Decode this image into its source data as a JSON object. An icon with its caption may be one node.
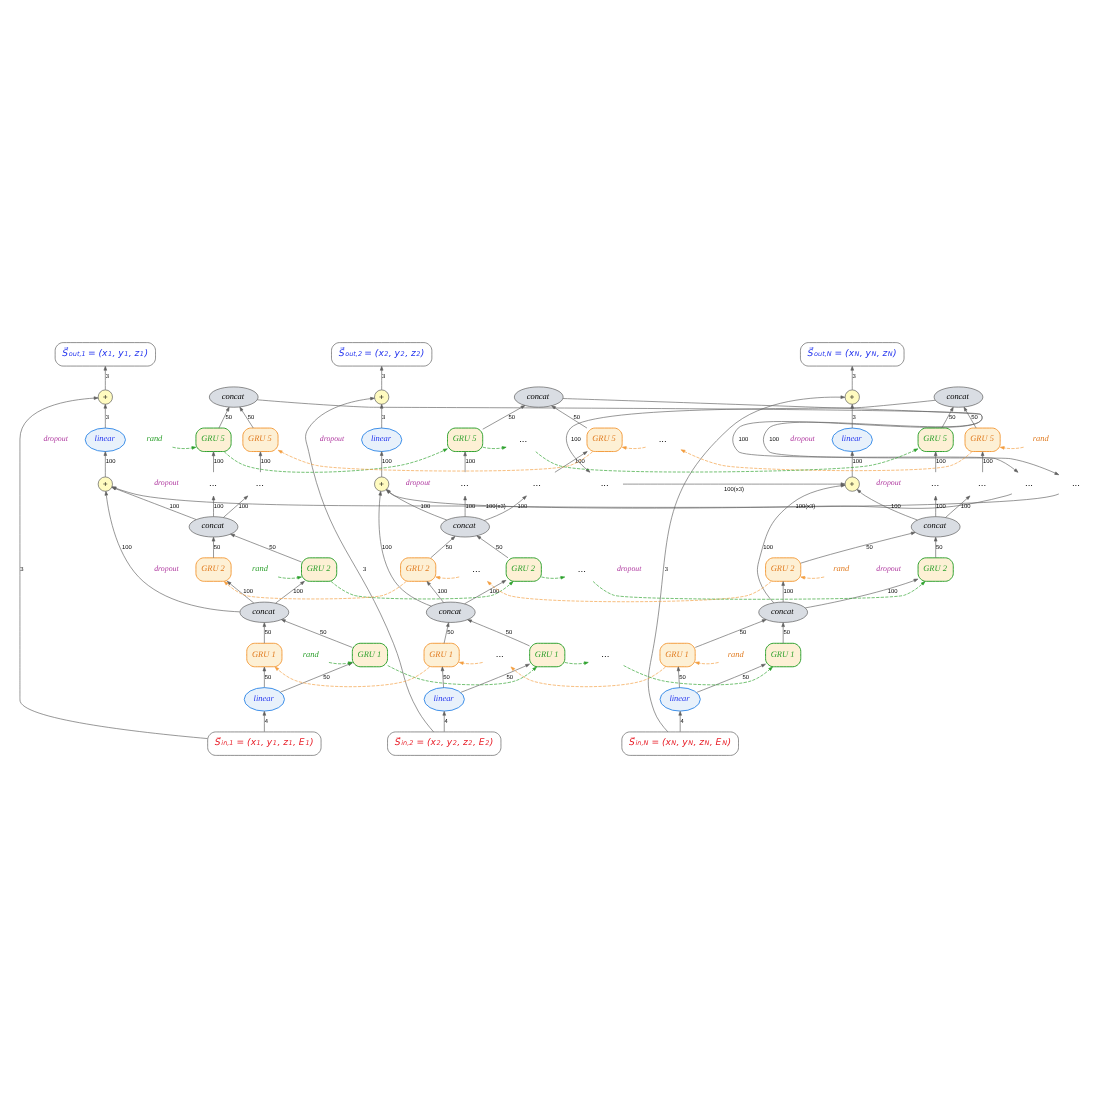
{
  "diagram": {
    "nodes": [
      {
        "text": [
          "S⃗$_{in,1}$ = (x$_{1}$, y$_{1}$, z$_{1}$, E$_{1}$)"
        ]
      },
      {
        "text": [
          "linear"
        ]
      },
      {
        "text": [
          "GRU 1"
        ]
      },
      {
        "text": [
          "GRU 1"
        ]
      },
      {
        "text": [
          "concat"
        ]
      },
      {
        "text": [
          "GRU 2"
        ]
      },
      {
        "text": [
          "GRU 2"
        ]
      },
      {
        "text": [
          "concat"
        ]
      },
      {
        "text": [
          "..."
        ]
      },
      {
        "text": [
          "..."
        ]
      },
      {
        "text": [
          "..."
        ]
      },
      {
        "text": [
          "+"
        ]
      },
      {
        "text": [
          "GRU 5"
        ]
      },
      {
        "text": [
          "GRU 5"
        ]
      },
      {
        "text": [
          "concat"
        ]
      },
      {
        "text": [
          "linear"
        ]
      },
      {
        "text": [
          "+"
        ]
      },
      {
        "text": [
          "S⃗$_{out,1}$ = (x$_{1}$, y$_{1}$, z$_{1}$)"
        ]
      },
      {
        "text": [
          "S⃗$_{in,2}$ = (x$_{2}$, y$_{2}$, z$_{2}$, E$_{2}$)"
        ]
      },
      {
        "text": [
          "linear"
        ]
      },
      {
        "text": [
          "GRU 1"
        ]
      },
      {
        "text": [
          "GRU 1"
        ]
      },
      {
        "text": [
          "concat"
        ]
      },
      {
        "text": [
          "GRU 2"
        ]
      },
      {
        "text": [
          "GRU 2"
        ]
      },
      {
        "text": [
          "concat"
        ]
      },
      {
        "text": [
          "..."
        ]
      },
      {
        "text": [
          "..."
        ]
      },
      {
        "text": [
          "..."
        ]
      },
      {
        "text": [
          "+"
        ]
      },
      {
        "text": [
          "GRU 5"
        ]
      },
      {
        "text": [
          "GRU 5"
        ]
      },
      {
        "text": [
          "concat"
        ]
      },
      {
        "text": [
          "linear"
        ]
      },
      {
        "text": [
          "+"
        ]
      },
      {
        "text": [
          "S⃗$_{out,2}$ = (x$_{2}$, y$_{2}$, z$_{2}$)"
        ]
      },
      {
        "text": [
          "S⃗$_{in,N}$ = (x$_{N}$, y$_{N}$, z$_{N}$, E$_{N}$)"
        ]
      },
      {
        "text": [
          "linear"
        ]
      },
      {
        "text": [
          "GRU 1"
        ]
      },
      {
        "text": [
          "GRU 1"
        ]
      },
      {
        "text": [
          "concat"
        ]
      },
      {
        "text": [
          "GRU 2"
        ]
      },
      {
        "text": [
          "GRU 2"
        ]
      },
      {
        "text": [
          "concat"
        ]
      },
      {
        "text": [
          "..."
        ]
      },
      {
        "text": [
          "..."
        ]
      },
      {
        "text": [
          "..."
        ]
      },
      {
        "text": [
          "+"
        ]
      },
      {
        "text": [
          "GRU 5"
        ]
      },
      {
        "text": [
          "GRU 5"
        ]
      },
      {
        "text": [
          "concat"
        ]
      },
      {
        "text": [
          "linear"
        ]
      },
      {
        "text": [
          "+"
        ]
      },
      {
        "text": [
          "S⃗$_{out,N}$ = (x$_{N}$, y$_{N}$, z$_{N}$)"
        ]
      },
      {
        "text": [
          "..."
        ]
      },
      {
        "text": [
          "..."
        ]
      },
      {
        "text": [
          "..."
        ]
      },
      {
        "text": [
          "..."
        ]
      },
      {
        "text": [
          "..."
        ]
      },
      {
        "text": [
          "..."
        ]
      },
      {
        "text": [
          "rand"
        ]
      },
      {
        "text": [
          "rand"
        ]
      },
      {
        "text": [
          "rand"
        ]
      },
      {
        "text": [
          "rand"
        ]
      },
      {
        "text": [
          "rand"
        ]
      },
      {
        "text": [
          "rand"
        ]
      }
    ],
    "edges": [
      {
        "from": 0,
        "to": 1,
        "arrow": "to",
        "label": "4"
      },
      {
        "from": 0,
        "to": 16,
        "arrow": "to",
        "label": "3"
      },
      {
        "from": 1,
        "to": 2,
        "arrow": "to",
        "label": "50"
      },
      {
        "from": 1,
        "to": 3,
        "arrow": "to",
        "label": "50"
      },
      {
        "from": 2,
        "to": 4,
        "arrow": "to",
        "label": "50"
      },
      {
        "from": 3,
        "to": 4,
        "arrow": "to",
        "label": "50"
      },
      {
        "from": 4,
        "to": 5,
        "arrow": "to",
        "label": "100"
      },
      {
        "from": 4,
        "to": 6,
        "arrow": "to",
        "label": "100"
      },
      {
        "from": 4,
        "to": 11,
        "arrow": "to",
        "label": "100"
      },
      {
        "from": 5,
        "to": 7,
        "arrow": "to",
        "label": "50"
      },
      {
        "from": 6,
        "to": 7,
        "arrow": "to",
        "label": "50"
      },
      {
        "from": 7,
        "to": 8,
        "arrow": "to",
        "label": "100"
      },
      {
        "from": 7,
        "to": 9,
        "arrow": "to",
        "label": "100"
      },
      {
        "from": 7,
        "to": 11,
        "arrow": "to",
        "label": "100"
      },
      {
        "from": 10,
        "to": 11,
        "arrow": "to",
        "label": "100(x3)"
      },
      {
        "from": 8,
        "to": 12,
        "arrow": "to",
        "label": "100"
      },
      {
        "from": 9,
        "to": 13,
        "arrow": "to",
        "label": "100"
      },
      {
        "from": 12,
        "to": 14,
        "arrow": "to",
        "label": "50"
      },
      {
        "from": 13,
        "to": 14,
        "arrow": "to",
        "label": "50"
      },
      {
        "from": 14,
        "to": 10,
        "arrow": "to",
        "label": "100"
      },
      {
        "from": 11,
        "to": 15,
        "arrow": "to",
        "label": "100"
      },
      {
        "from": 15,
        "to": 16,
        "arrow": "to",
        "label": "3"
      },
      {
        "from": 16,
        "to": 17,
        "arrow": "to",
        "label": "3"
      },
      {
        "from": 18,
        "to": 19,
        "arrow": "to",
        "label": "4"
      },
      {
        "from": 18,
        "to": 34,
        "arrow": "to",
        "label": "3"
      },
      {
        "from": 19,
        "to": 20,
        "arrow": "to",
        "label": "50"
      },
      {
        "from": 19,
        "to": 21,
        "arrow": "to",
        "label": "50"
      },
      {
        "from": 20,
        "to": 22,
        "arrow": "to",
        "label": "50"
      },
      {
        "from": 21,
        "to": 22,
        "arrow": "to",
        "label": "50"
      },
      {
        "from": 22,
        "to": 23,
        "arrow": "to",
        "label": "100"
      },
      {
        "from": 22,
        "to": 24,
        "arrow": "to",
        "label": "100"
      },
      {
        "from": 22,
        "to": 29,
        "arrow": "to",
        "label": "100"
      },
      {
        "from": 23,
        "to": 25,
        "arrow": "to",
        "label": "50"
      },
      {
        "from": 24,
        "to": 25,
        "arrow": "to",
        "label": "50"
      },
      {
        "from": 25,
        "to": 26,
        "arrow": "to",
        "label": "100"
      },
      {
        "from": 25,
        "to": 27,
        "arrow": "to",
        "label": "100"
      },
      {
        "from": 25,
        "to": 29,
        "arrow": "to",
        "label": "100"
      },
      {
        "from": 28,
        "to": 29,
        "arrow": "to",
        "label": "100(x3)"
      },
      {
        "from": 26,
        "to": 30,
        "arrow": "to",
        "label": "100"
      },
      {
        "from": 27,
        "to": 31,
        "arrow": "to",
        "label": "100"
      },
      {
        "from": 30,
        "to": 32,
        "arrow": "to",
        "label": "50"
      },
      {
        "from": 31,
        "to": 32,
        "arrow": "to",
        "label": "50"
      },
      {
        "from": 32,
        "to": 28,
        "arrow": "to",
        "label": "100"
      },
      {
        "from": 29,
        "to": 33,
        "arrow": "to",
        "label": "100"
      },
      {
        "from": 33,
        "to": 34,
        "arrow": "to",
        "label": "3"
      },
      {
        "from": 34,
        "to": 35,
        "arrow": "to",
        "label": "3"
      },
      {
        "from": 36,
        "to": 37,
        "arrow": "to",
        "label": "4"
      },
      {
        "from": 36,
        "to": 52,
        "arrow": "to",
        "label": "3"
      },
      {
        "from": 37,
        "to": 38,
        "arrow": "to",
        "label": "50"
      },
      {
        "from": 37,
        "to": 39,
        "arrow": "to",
        "label": "50"
      },
      {
        "from": 38,
        "to": 40,
        "arrow": "to",
        "label": "50"
      },
      {
        "from": 39,
        "to": 40,
        "arrow": "to",
        "label": "50"
      },
      {
        "from": 40,
        "to": 41,
        "arrow": "to",
        "label": "100"
      },
      {
        "from": 40,
        "to": 42,
        "arrow": "to",
        "label": "100"
      },
      {
        "from": 40,
        "to": 47,
        "arrow": "to",
        "label": "100"
      },
      {
        "from": 41,
        "to": 43,
        "arrow": "to",
        "label": "50"
      },
      {
        "from": 42,
        "to": 43,
        "arrow": "to",
        "label": "50"
      },
      {
        "from": 43,
        "to": 44,
        "arrow": "to",
        "label": "100"
      },
      {
        "from": 43,
        "to": 45,
        "arrow": "to",
        "label": "100"
      },
      {
        "from": 43,
        "to": 47,
        "arrow": "to",
        "label": "100"
      },
      {
        "from": 46,
        "to": 47,
        "arrow": "to",
        "label": "100(x3)"
      },
      {
        "from": 44,
        "to": 48,
        "arrow": "to",
        "label": "100"
      },
      {
        "from": 45,
        "to": 49,
        "arrow": "to",
        "label": "100"
      },
      {
        "from": 48,
        "to": 50,
        "arrow": "to",
        "label": "50"
      },
      {
        "from": 49,
        "to": 50,
        "arrow": "to",
        "label": "50"
      },
      {
        "from": 50,
        "to": 46,
        "arrow": "to",
        "label": "100"
      },
      {
        "from": 47,
        "to": 51,
        "arrow": "to",
        "label": "100"
      },
      {
        "from": 51,
        "to": 52,
        "arrow": "to",
        "label": "3"
      },
      {
        "from": 52,
        "to": 53,
        "arrow": "to",
        "label": "3"
      },
      {
        "from": 2,
        "to": 20,
        "arrow": "to",
        "style": "dashed",
        "color": "#2ca02c"
      },
      {
        "from": 20,
        "to": 54,
        "arrow": "to",
        "style": "dashed",
        "color": "#2ca02c"
      },
      {
        "from": 54,
        "to": 38,
        "arrow": "to",
        "style": "dashed",
        "color": "#2ca02c"
      },
      {
        "from": 39,
        "to": 55,
        "arrow": "to",
        "style": "dashed",
        "color": "#f39c3c"
      },
      {
        "from": 55,
        "to": 21,
        "arrow": "to",
        "style": "dashed",
        "color": "#f39c3c"
      },
      {
        "from": 21,
        "to": 3,
        "arrow": "to",
        "style": "dashed",
        "color": "#f39c3c"
      },
      {
        "from": 5,
        "to": 23,
        "arrow": "to",
        "style": "dashed",
        "color": "#2ca02c"
      },
      {
        "from": 23,
        "to": 56,
        "arrow": "to",
        "style": "dashed",
        "color": "#2ca02c"
      },
      {
        "from": 56,
        "to": 41,
        "arrow": "to",
        "style": "dashed",
        "color": "#2ca02c"
      },
      {
        "from": 42,
        "to": 57,
        "arrow": "to",
        "style": "dashed",
        "color": "#f39c3c"
      },
      {
        "from": 57,
        "to": 24,
        "arrow": "to",
        "style": "dashed",
        "color": "#f39c3c"
      },
      {
        "from": 24,
        "to": 6,
        "arrow": "to",
        "style": "dashed",
        "color": "#f39c3c"
      },
      {
        "from": 12,
        "to": 30,
        "arrow": "to",
        "style": "dashed",
        "color": "#2ca02c"
      },
      {
        "from": 30,
        "to": 58,
        "arrow": "to",
        "style": "dashed",
        "color": "#2ca02c"
      },
      {
        "from": 58,
        "to": 48,
        "arrow": "to",
        "style": "dashed",
        "color": "#2ca02c"
      },
      {
        "from": 49,
        "to": 59,
        "arrow": "to",
        "style": "dashed",
        "color": "#f39c3c"
      },
      {
        "from": 59,
        "to": 31,
        "arrow": "to",
        "style": "dashed",
        "color": "#f39c3c"
      },
      {
        "from": 31,
        "to": 13,
        "arrow": "to",
        "style": "dashed",
        "color": "#f39c3c"
      },
      {
        "from": 60,
        "to": 2,
        "arrow": "to",
        "style": "dashed",
        "color": "#2ca02c"
      },
      {
        "from": 61,
        "to": 5,
        "arrow": "to",
        "style": "dashed",
        "color": "#2ca02c"
      },
      {
        "from": 62,
        "to": 12,
        "arrow": "to",
        "style": "dashed",
        "color": "#2ca02c"
      },
      {
        "from": 63,
        "to": 39,
        "arrow": "to",
        "style": "dashed",
        "color": "#f39c3c"
      },
      {
        "from": 64,
        "to": 42,
        "arrow": "to",
        "style": "dashed",
        "color": "#f39c3c"
      },
      {
        "from": 65,
        "to": 49,
        "arrow": "to",
        "style": "dashed",
        "color": "#f39c3c"
      }
    ],
    "labels": [
      "dropout",
      "dropout",
      "dropout",
      "dropout",
      "dropout",
      "dropout",
      "dropout",
      "dropout",
      "dropout"
    ]
  }
}
